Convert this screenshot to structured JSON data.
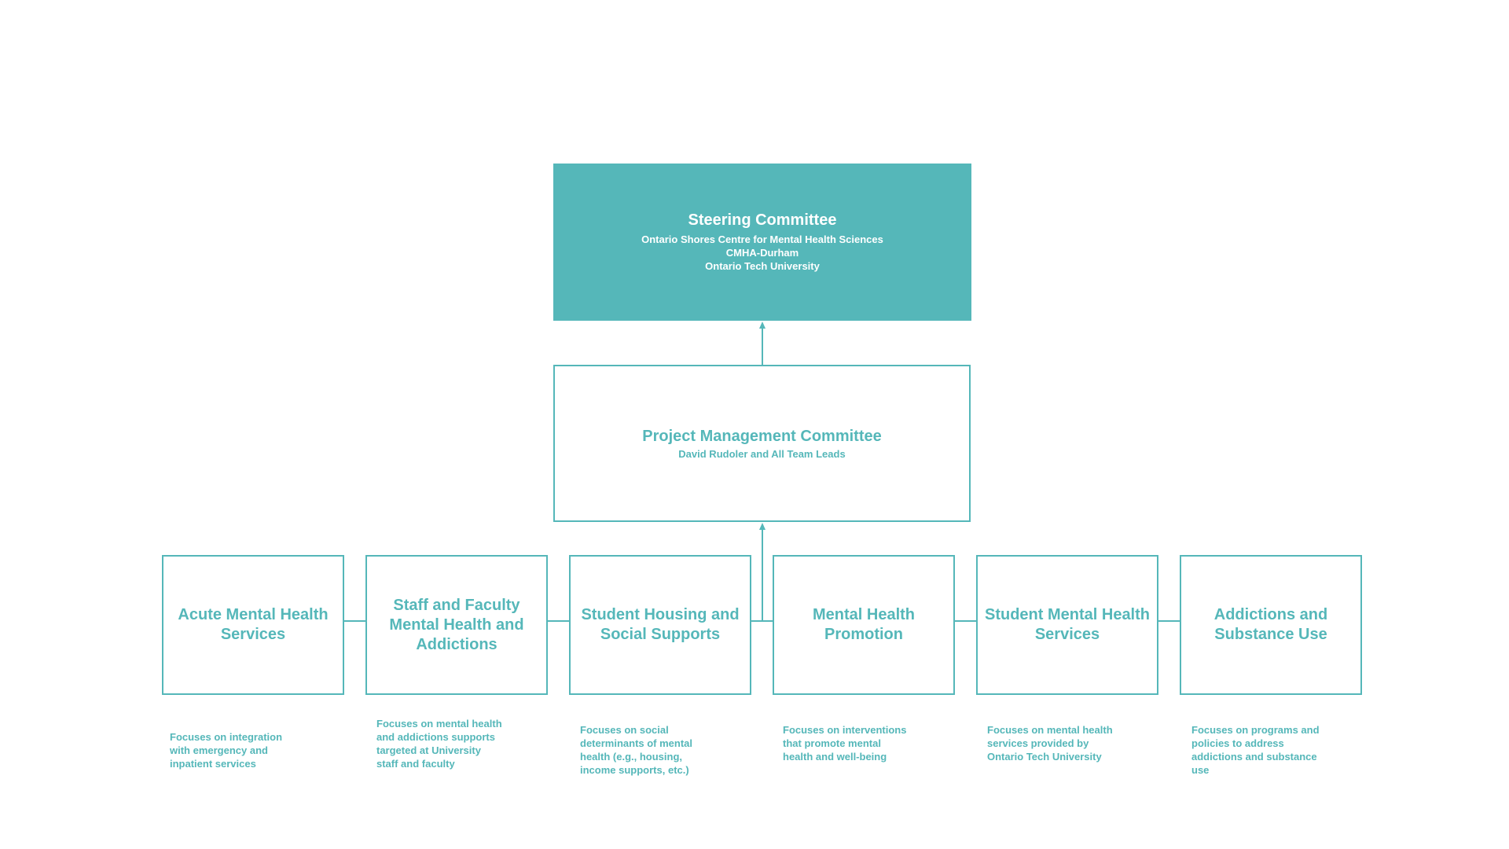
{
  "steering": {
    "title": "Steering Committee",
    "lines": [
      "Ontario Shores Centre for Mental Health Sciences",
      "CMHA-Durham",
      "Ontario Tech University"
    ]
  },
  "pmc": {
    "title": "Project Management Committee",
    "subtitle": "David Rudoler and All Team Leads"
  },
  "teams": [
    {
      "title": "Acute Mental Health Services",
      "description": "Focuses on integration with emergency and inpatient services"
    },
    {
      "title": "Staff and Faculty Mental Health and Addictions",
      "description": "Focuses on mental health and addictions supports targeted at University staff and faculty"
    },
    {
      "title": "Student Housing and Social Supports",
      "description": "Focuses on social determinants of mental health (e.g., housing, income supports, etc.)"
    },
    {
      "title": "Mental Health Promotion",
      "description": "Focuses on interventions that promote mental health and well-being"
    },
    {
      "title": "Student Mental Health Services",
      "description": "Focuses on mental health services provided by Ontario Tech University"
    },
    {
      "title": "Addictions and Substance Use",
      "description": "Focuses on programs and policies to address addictions and substance use"
    }
  ],
  "colors": {
    "accent": "#55b7b9",
    "background": "#ffffff"
  }
}
